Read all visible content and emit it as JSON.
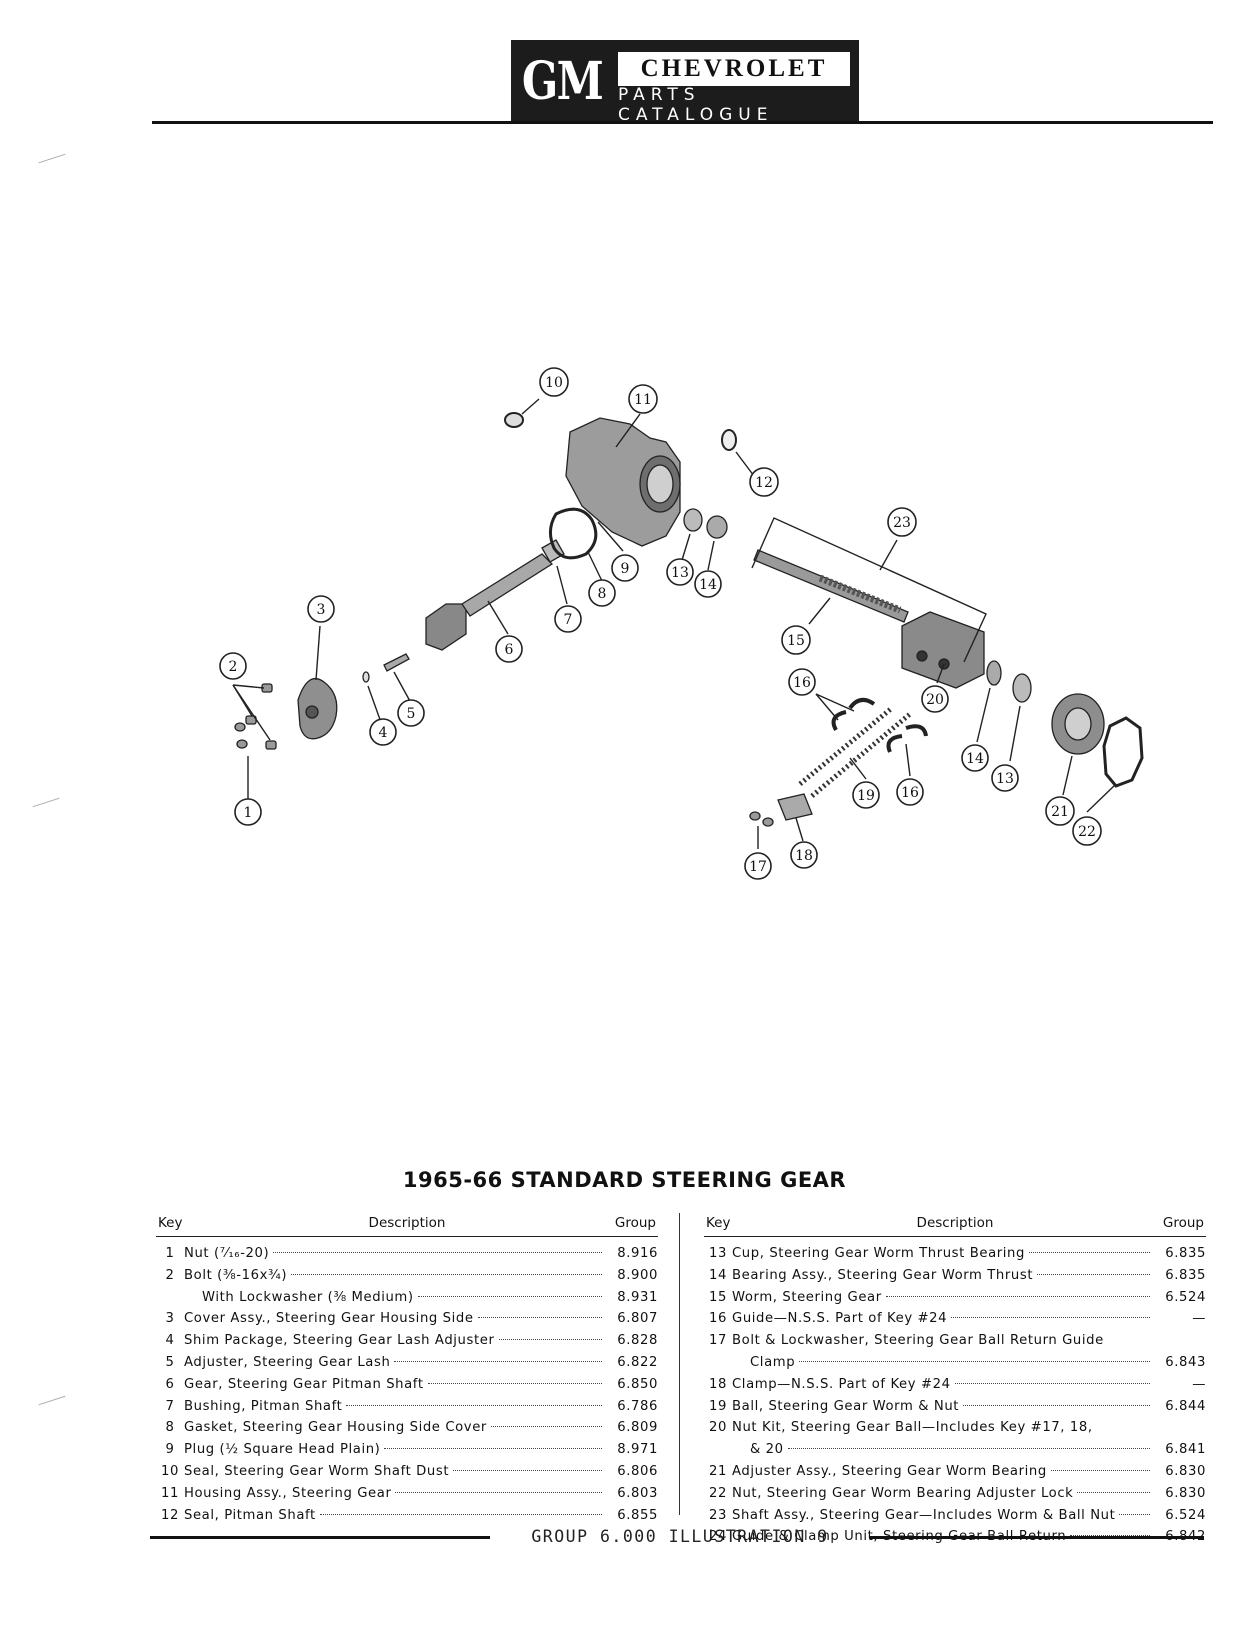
{
  "header": {
    "logo": "GM",
    "brand": "CHEVROLET",
    "subtitle": "PARTS CATALOGUE"
  },
  "diagram": {
    "callouts": [
      "1",
      "2",
      "3",
      "4",
      "5",
      "6",
      "7",
      "8",
      "9",
      "10",
      "11",
      "12",
      "13",
      "14",
      "15",
      "16",
      "16",
      "17",
      "18",
      "19",
      "20",
      "13",
      "14",
      "21",
      "22",
      "23"
    ]
  },
  "title": "1965-66 STANDARD STEERING GEAR",
  "table_headers": {
    "key": "Key",
    "description": "Description",
    "group": "Group"
  },
  "left_table": [
    {
      "key": "1",
      "description": "Nut (⁷⁄₁₆-20)",
      "group": "8.916"
    },
    {
      "key": "2",
      "description": "Bolt (⅜-16x¾)",
      "group": "8.900"
    },
    {
      "key": "",
      "description": "With Lockwasher (⅜ Medium)",
      "group": "8.931"
    },
    {
      "key": "3",
      "description": "Cover Assy., Steering Gear Housing Side",
      "group": "6.807"
    },
    {
      "key": "4",
      "description": "Shim Package, Steering Gear Lash Adjuster",
      "group": "6.828"
    },
    {
      "key": "5",
      "description": "Adjuster, Steering Gear Lash",
      "group": "6.822"
    },
    {
      "key": "6",
      "description": "Gear, Steering Gear Pitman Shaft",
      "group": "6.850"
    },
    {
      "key": "7",
      "description": "Bushing, Pitman Shaft",
      "group": "6.786"
    },
    {
      "key": "8",
      "description": "Gasket, Steering Gear Housing Side Cover",
      "group": "6.809"
    },
    {
      "key": "9",
      "description": "Plug (½ Square Head Plain)",
      "group": "8.971"
    },
    {
      "key": "10",
      "description": "Seal, Steering Gear Worm Shaft Dust",
      "group": "6.806"
    },
    {
      "key": "11",
      "description": "Housing Assy., Steering Gear",
      "group": "6.803"
    },
    {
      "key": "12",
      "description": "Seal, Pitman Shaft",
      "group": "6.855"
    }
  ],
  "right_table": [
    {
      "key": "13",
      "description": "Cup, Steering Gear Worm Thrust Bearing",
      "group": "6.835"
    },
    {
      "key": "14",
      "description": "Bearing Assy., Steering Gear Worm Thrust",
      "group": "6.835"
    },
    {
      "key": "15",
      "description": "Worm, Steering Gear",
      "group": "6.524"
    },
    {
      "key": "16",
      "description": "Guide—N.S.S. Part of Key #24",
      "group": "—"
    },
    {
      "key": "17",
      "description": "Bolt & Lockwasher, Steering Gear Ball Return Guide",
      "description2": "Clamp",
      "group": "6.843"
    },
    {
      "key": "18",
      "description": "Clamp—N.S.S. Part of Key #24",
      "group": "—"
    },
    {
      "key": "19",
      "description": "Ball, Steering Gear Worm & Nut",
      "group": "6.844"
    },
    {
      "key": "20",
      "description": "Nut Kit, Steering Gear Ball—Includes Key #17, 18,",
      "description2": "& 20",
      "group": "6.841"
    },
    {
      "key": "21",
      "description": "Adjuster Assy., Steering Gear Worm Bearing",
      "group": "6.830"
    },
    {
      "key": "22",
      "description": "Nut, Steering Gear Worm Bearing Adjuster Lock",
      "group": "6.830"
    },
    {
      "key": "23",
      "description": "Shaft Assy., Steering Gear—Includes Worm & Ball Nut",
      "group": "6.524"
    },
    {
      "key": "24",
      "description": "Guide & Clamp Unit, Steering Gear Ball Return",
      "group": "6.842"
    }
  ],
  "footer": "GROUP 6.000  ILLUSTRATION 9"
}
